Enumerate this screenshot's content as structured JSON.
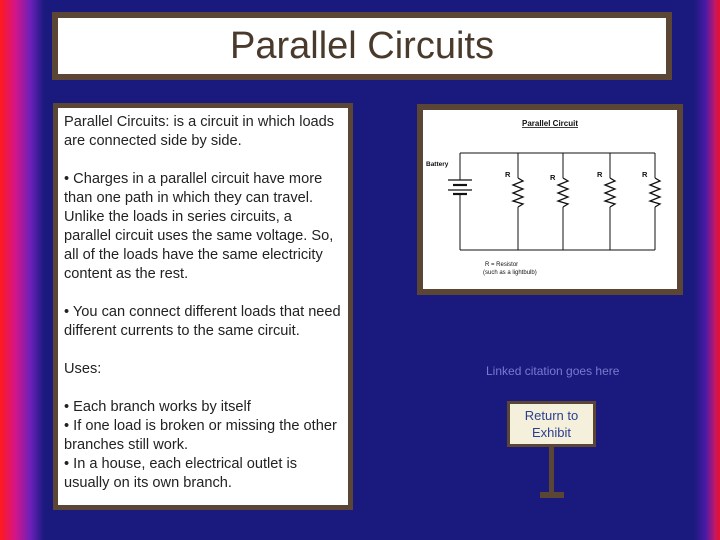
{
  "title": "Parallel Circuits",
  "content": {
    "definition_term": "Parallel Circuits:",
    "definition_text": " is a circuit in which loads are connected side by side.",
    "bullet1": "• Charges in a parallel circuit have more than one path in which they can travel. Unlike the loads in series circuits, a parallel circuit uses the same voltage. So, all of the loads have the same electricity content as the rest.",
    "bullet2": "• You can connect different loads that need different currents to the same circuit.",
    "uses_heading": "Uses:",
    "use1": "• Each branch works by itself",
    "use2": "• If one load is broken or missing the other branches still work.",
    "use3": "• In a house, each electrical outlet is usually on its own branch."
  },
  "diagram": {
    "title": "Parallel Circuit",
    "battery_label": "Battery",
    "resistor_label": "R",
    "legend_line1": "R = Resistor",
    "legend_line2": "(such as a lightbulb)"
  },
  "citation": "Linked citation goes here",
  "return_button": {
    "line1": "Return to",
    "line2": "Exhibit"
  },
  "colors": {
    "background": "#1a1a7e",
    "frame": "#5b4636",
    "title_text": "#4a3a2c",
    "button_text": "#2a3f8f",
    "citation_text": "#7a7ad0"
  }
}
